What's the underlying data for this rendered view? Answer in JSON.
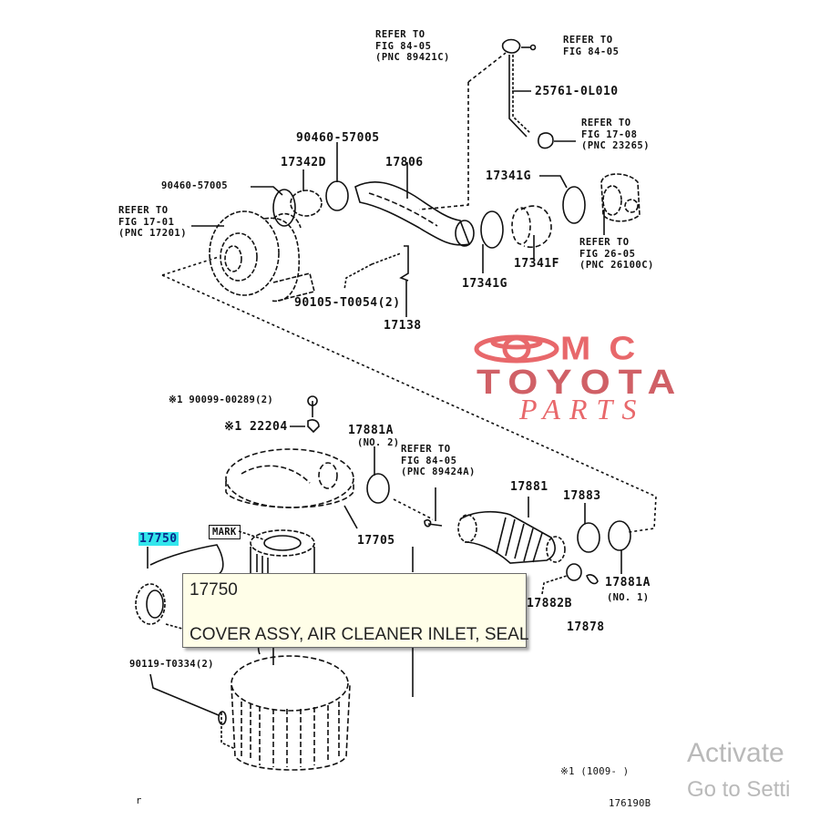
{
  "diagram": {
    "title": "Air cleaner & intake parts diagram",
    "figure_code": "176190B",
    "footnote": "※1 (1009-     )",
    "corner_mark": "r",
    "part_labels": [
      {
        "id": "ref-84-05-a",
        "text": "REFER TO\nFIG 84-05\n(PNC 89421C)"
      },
      {
        "id": "ref-84-05-b",
        "text": "REFER TO\nFIG 84-05"
      },
      {
        "id": "p-25761-0L010",
        "text": "25761-0L010"
      },
      {
        "id": "ref-17-08",
        "text": "REFER TO\nFIG 17-08\n(PNC 23265)"
      },
      {
        "id": "p-90460-57005-top",
        "text": "90460-57005"
      },
      {
        "id": "p-17342D",
        "text": "17342D"
      },
      {
        "id": "p-17806",
        "text": "17806"
      },
      {
        "id": "p-90460-57005-left",
        "text": "90460-57005"
      },
      {
        "id": "ref-17-01",
        "text": "REFER TO\nFIG 17-01\n(PNC 17201)"
      },
      {
        "id": "p-17341G-top",
        "text": "17341G"
      },
      {
        "id": "ref-26-05",
        "text": "REFER TO\nFIG 26-05\n(PNC 26100C)"
      },
      {
        "id": "p-17341F",
        "text": "17341F"
      },
      {
        "id": "p-17341G-bottom",
        "text": "17341G"
      },
      {
        "id": "p-90105-T0054",
        "text": "90105-T0054(2)"
      },
      {
        "id": "p-17138",
        "text": "17138"
      },
      {
        "id": "p-90099-00289",
        "text": "※1 90099-00289(2)"
      },
      {
        "id": "p-22204",
        "text": "※1 22204"
      },
      {
        "id": "p-17881A-no2",
        "text": "17881A"
      },
      {
        "id": "p-17881A-no2-sub",
        "text": "(NO. 2)"
      },
      {
        "id": "ref-84-05-c",
        "text": "REFER TO\nFIG 84-05\n(PNC 89424A)"
      },
      {
        "id": "p-17881",
        "text": "17881"
      },
      {
        "id": "p-17883",
        "text": "17883"
      },
      {
        "id": "p-17750",
        "text": "17750"
      },
      {
        "id": "mark-box",
        "text": "MARK"
      },
      {
        "id": "p-17705",
        "text": "17705"
      },
      {
        "id": "p-17881A-no1",
        "text": "17881A"
      },
      {
        "id": "p-17881A-no1-sub",
        "text": "(NO. 1)"
      },
      {
        "id": "p-17882B",
        "text": "17882B"
      },
      {
        "id": "p-17878",
        "text": "17878"
      },
      {
        "id": "p-90119-T0334",
        "text": "90119-T0334(2)"
      }
    ]
  },
  "highlighted_part": "17750",
  "tooltip": {
    "part_number": "17750",
    "description": "COVER ASSY, AIR CLEANER INLET, SEAL"
  },
  "logo": {
    "line1": "MC",
    "line2": "TOYOTA",
    "line3": "PARTS",
    "color": "#e8686b",
    "color_dark": "#d06066"
  },
  "watermark": {
    "line1": "Activate",
    "line2": "Go to Setti"
  }
}
